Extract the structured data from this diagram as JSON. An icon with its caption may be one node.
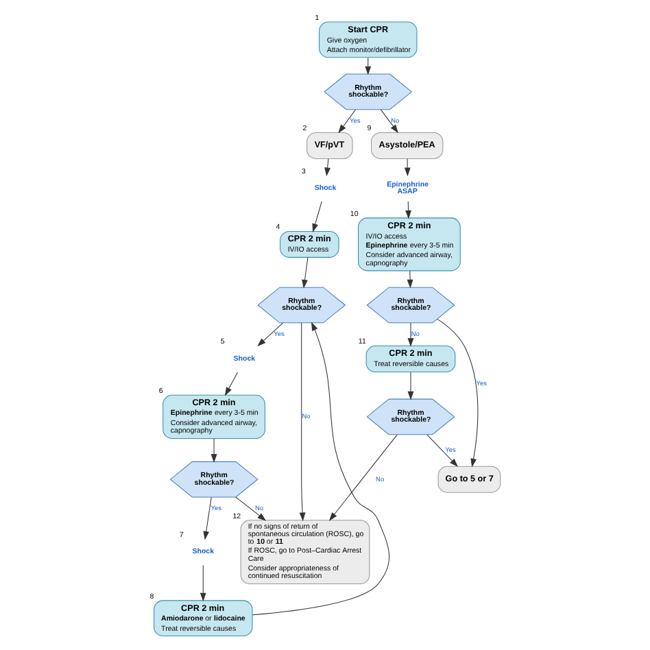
{
  "diagram": {
    "nodes": [
      {
        "text": [
          "Start CPR",
          "Give oxygen",
          "Attach monitor/defibrillator"
        ],
        "beside": [
          "1"
        ]
      },
      {
        "text": [
          "Rhythm shockable?"
        ]
      },
      {
        "text": [
          "VF/pVT"
        ],
        "beside": [
          "2"
        ]
      },
      {
        "text": [
          "Shock"
        ],
        "beside": [
          "3"
        ]
      },
      {
        "text": [
          "CPR 2 min",
          "IV/IO access"
        ],
        "beside": [
          "4"
        ]
      },
      {
        "text": [
          "Rhythm shockable?"
        ]
      },
      {
        "text": [
          "Shock"
        ],
        "beside": [
          "5"
        ]
      },
      {
        "text": [
          "CPR 2 min",
          "**Epinephrine** every 3-5 min",
          "Consider advanced airway, capnography"
        ],
        "beside": [
          "6"
        ]
      },
      {
        "text": [
          "Rhythm shockable?"
        ]
      },
      {
        "text": [
          "Shock"
        ],
        "beside": [
          "7"
        ]
      },
      {
        "text": [
          "CPR 2 min",
          "**Amiodarone** or **lidocaine**",
          "Treat reversible causes"
        ],
        "beside": [
          "8"
        ]
      },
      {
        "text": [
          "Asystole/PEA"
        ],
        "beside": [
          "9"
        ]
      },
      {
        "text": [
          "Epinephrine ASAP"
        ]
      },
      {
        "text": [
          "CPR 2 min",
          "IV/IO access",
          "**Epinephrine** every 3-5 min",
          "Consider advanced airway, capnography"
        ],
        "beside": [
          "10"
        ]
      },
      {
        "text": [
          "Rhythm shockable?"
        ]
      },
      {
        "text": [
          "CPR 2 min",
          "Treat reversible causes"
        ],
        "beside": [
          "11"
        ]
      },
      {
        "text": [
          "Rhythm shockable?"
        ]
      },
      {
        "text": [
          "If no signs of return of spontaneous circulation (ROSC), go to **10** or **11**",
          "If ROSC, go to Post–Cardiac Arrest Care",
          "Consider appropriateness of continued resuscitation"
        ],
        "beside": [
          "12"
        ]
      },
      {
        "text": [
          "Go to 5 or 7"
        ]
      }
    ],
    "edges": [
      {
        "from": 0,
        "to": 1,
        "arrow": "to"
      },
      {
        "from": 1,
        "to": 2,
        "arrow": "to",
        "label": "Yes"
      },
      {
        "from": 1,
        "to": 11,
        "arrow": "to",
        "label": "No"
      },
      {
        "from": 2,
        "to": 3,
        "arrow": "to"
      },
      {
        "from": 3,
        "to": 4,
        "arrow": "to"
      },
      {
        "from": 4,
        "to": 5,
        "arrow": "to"
      },
      {
        "from": 5,
        "to": 6,
        "arrow": "to",
        "label": "Yes"
      },
      {
        "from": 5,
        "to": 17,
        "arrow": "to",
        "label": "No"
      },
      {
        "from": 6,
        "to": 7,
        "arrow": "to"
      },
      {
        "from": 7,
        "to": 8,
        "arrow": "to"
      },
      {
        "from": 8,
        "to": 9,
        "arrow": "to",
        "label": "Yes"
      },
      {
        "from": 8,
        "to": 17,
        "arrow": "to",
        "label": "No"
      },
      {
        "from": 9,
        "to": 10,
        "arrow": "to"
      },
      {
        "from": 10,
        "to": 5,
        "arrow": "to"
      },
      {
        "from": 11,
        "to": 12,
        "arrow": "to"
      },
      {
        "from": 12,
        "to": 13,
        "arrow": "to"
      },
      {
        "from": 13,
        "to": 14,
        "arrow": "to"
      },
      {
        "from": 14,
        "to": 18,
        "arrow": "to",
        "label": "Yes"
      },
      {
        "from": 14,
        "to": 15,
        "arrow": "to",
        "label": "No"
      },
      {
        "from": 15,
        "to": 16,
        "arrow": "to"
      },
      {
        "from": 16,
        "to": 17,
        "arrow": "to",
        "label": "No"
      },
      {
        "from": 16,
        "to": 18,
        "arrow": "to",
        "label": "Yes"
      }
    ]
  }
}
